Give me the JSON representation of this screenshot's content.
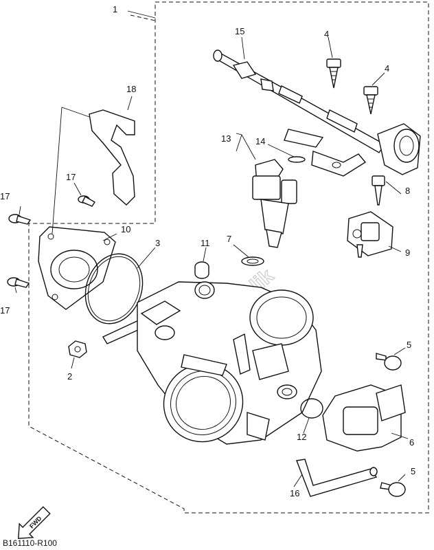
{
  "callouts": {
    "c1": "1",
    "c2": "2",
    "c3": "3",
    "c4a": "4",
    "c4b": "4",
    "c5a": "5",
    "c5b": "5",
    "c6": "6",
    "c7": "7",
    "c8": "8",
    "c9": "9",
    "c10": "10",
    "c11": "11",
    "c12": "12",
    "c13": "13",
    "c14": "14",
    "c15": "15",
    "c16": "16",
    "c17a": "17",
    "c17b": "17",
    "c17c": "17",
    "c18": "18"
  },
  "fwd_label": "FWD",
  "reference_code": "B161110-R100",
  "watermark": "PartsRepublik"
}
